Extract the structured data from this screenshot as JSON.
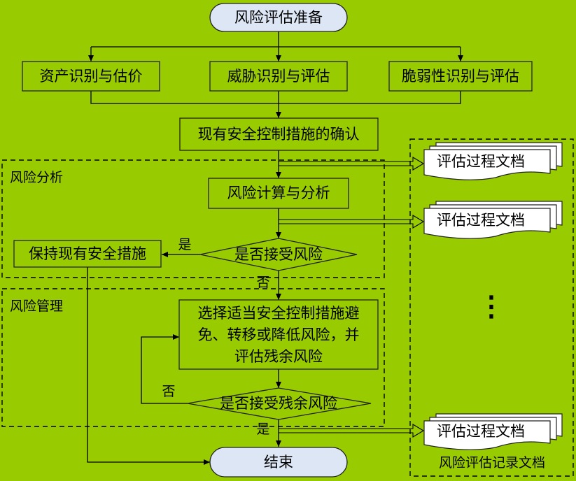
{
  "nodes": {
    "start": "风险评估准备",
    "asset": "资产识别与估价",
    "threat": "威胁识别与评估",
    "vuln": "脆弱性识别与评估",
    "controls": "现有安全控制措施的确认",
    "calc": "风险计算与分析",
    "accept_risk": "是否接受风险",
    "keep": "保持现有安全措施",
    "select_line1": "选择适当安全控制措施避",
    "select_line2": "免、转移或降低风险，并",
    "select_line3": "评估残余风险",
    "accept_residual": "是否接受残余风险",
    "end": "结束"
  },
  "groups": {
    "analysis": "风险分析",
    "management": "风险管理",
    "records": "风险评估记录文档"
  },
  "docs": {
    "doc1": "评估过程文档",
    "doc2": "评估过程文档",
    "doc3": "评估过程文档",
    "ellipsis": "⋮"
  },
  "edges": {
    "yes1": "是",
    "no1": "否",
    "no2": "否",
    "yes2": "是"
  }
}
